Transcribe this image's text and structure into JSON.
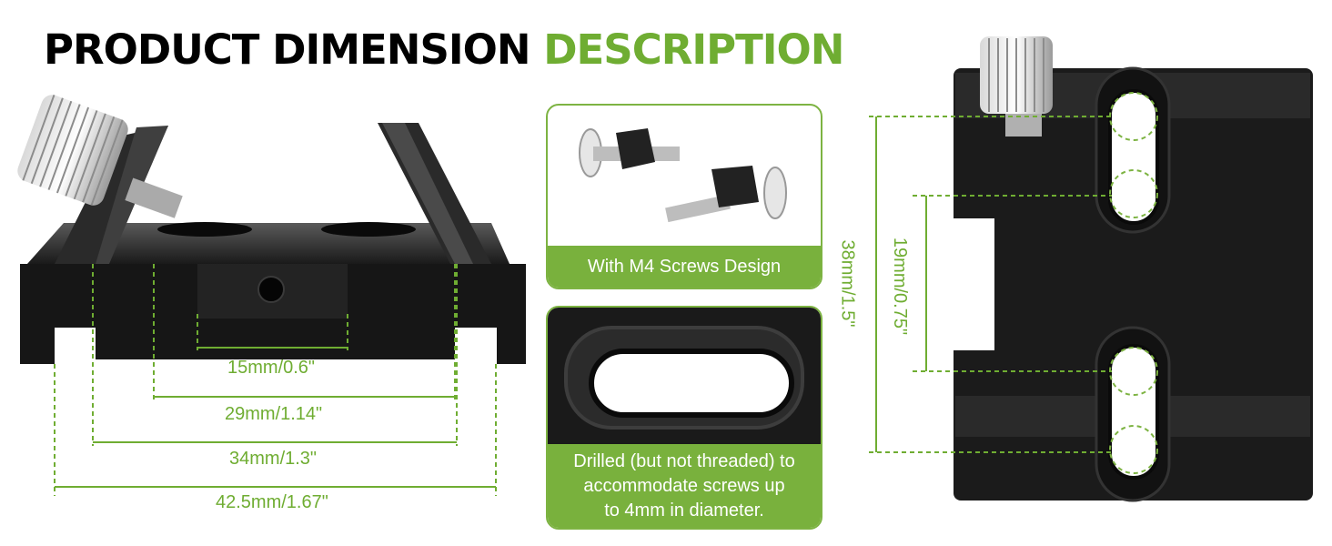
{
  "title": {
    "main": "PRODUCT DIMENSION",
    "accent": "DESCRIPTION"
  },
  "dimensions": {
    "d15": "15mm/0.6\"",
    "d29": "29mm/1.14\"",
    "d34": "34mm/1.3\"",
    "d42": "42.5mm/1.67\"",
    "d38": "38mm/1.5\"",
    "d19": "19mm/0.75\""
  },
  "cards": {
    "screws": {
      "caption": "With M4 Screws Design"
    },
    "slot": {
      "caption_line1": "Drilled (but not threaded) to",
      "caption_line2": "accommodate screws up",
      "caption_line3": "to 4mm in diameter."
    }
  },
  "colors": {
    "accent": "#6fad32",
    "caption_bg": "#79b13d",
    "metal": "#1c1c1c"
  }
}
